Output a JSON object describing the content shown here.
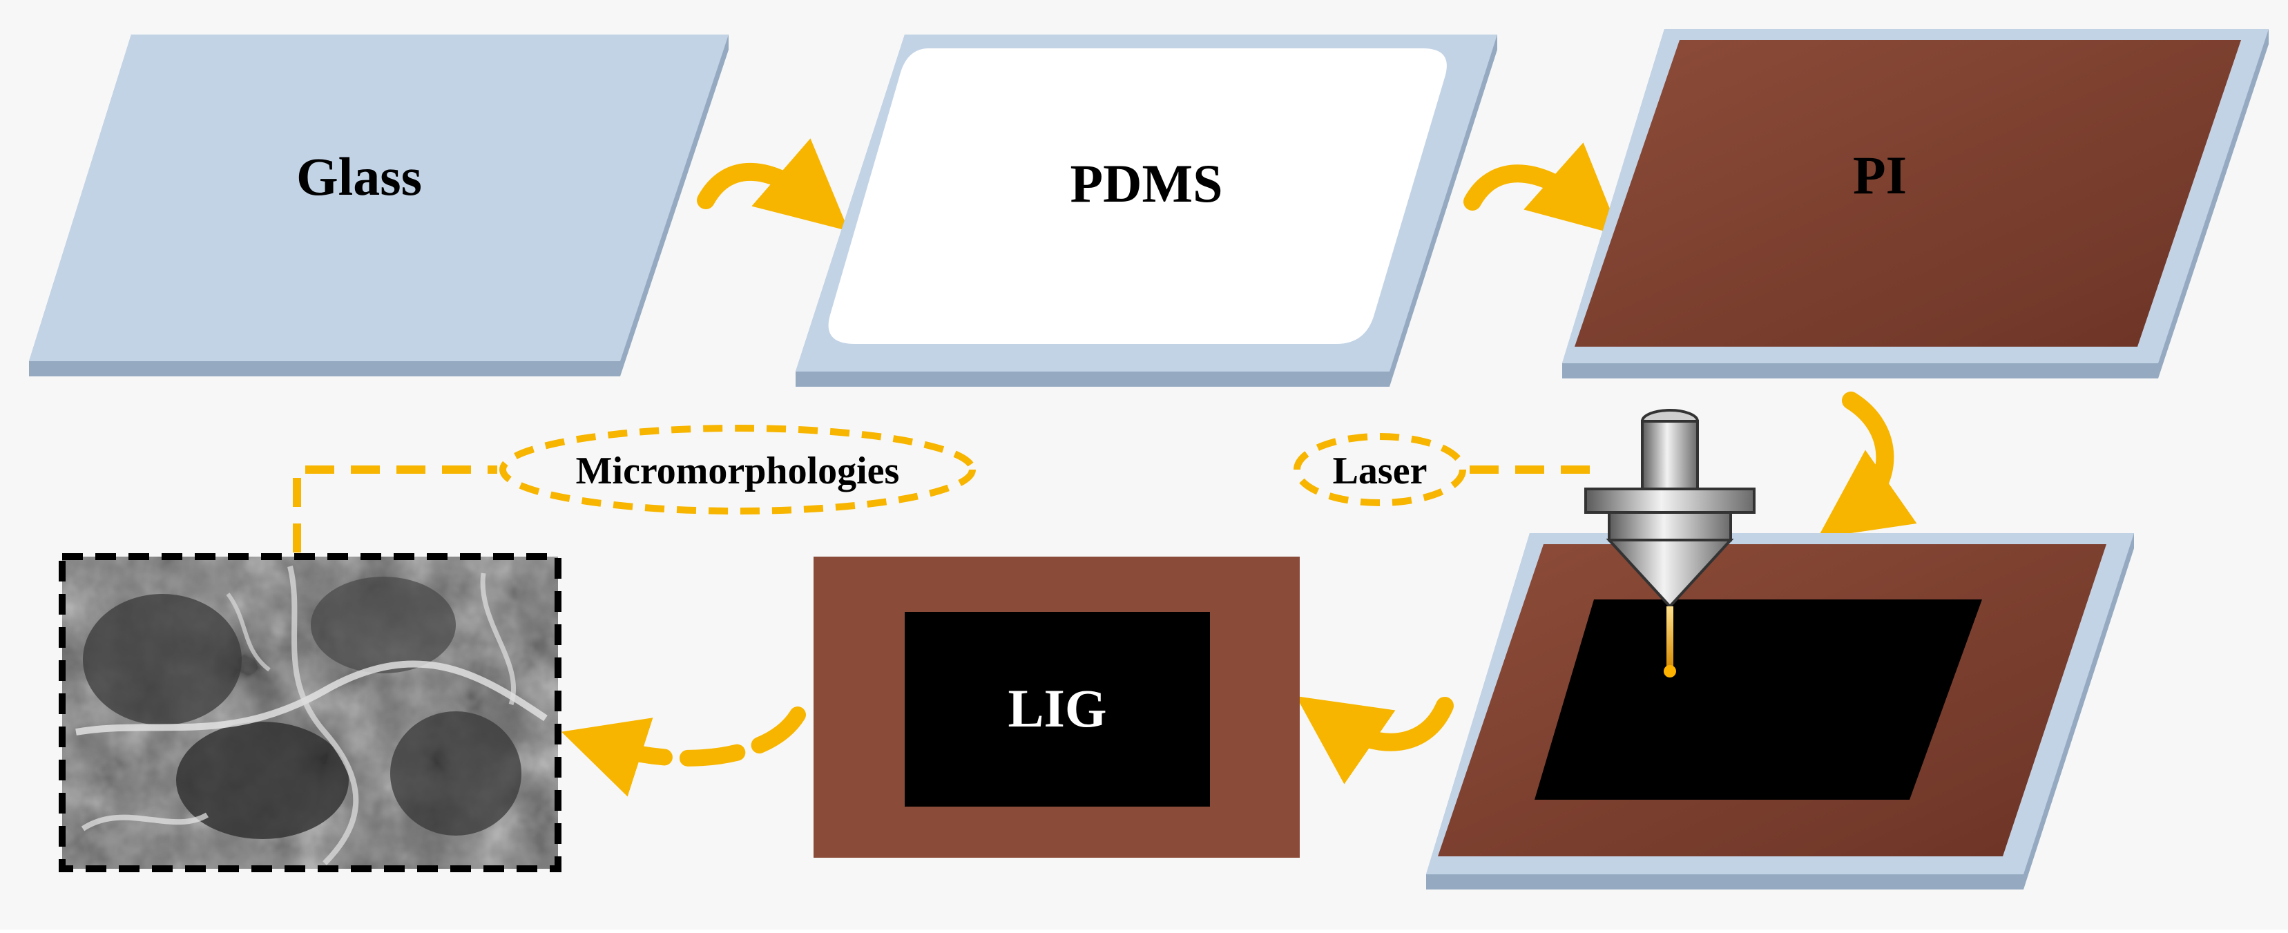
{
  "labels": {
    "glass": "Glass",
    "pdms": "PDMS",
    "pi": "PI",
    "lig": "LIG",
    "laser": "Laser",
    "micromorphologies": "Micromorphologies"
  },
  "colors": {
    "background": "#f7f7f7",
    "glass": "#c3d3e6",
    "glass_edge": "#95aac1",
    "pdms": "#ffffff",
    "pi": "#8a4b38",
    "pi_dark": "#6e3526",
    "lig": "#000000",
    "arrow": "#f7b500",
    "sem_border": "#000000",
    "label_text": "#000000",
    "lig_text": "#ffffff"
  },
  "icons": {
    "arrows": "curved-arrow-icon",
    "laser_head": "laser-head-icon",
    "connector": "dashed-connector"
  }
}
